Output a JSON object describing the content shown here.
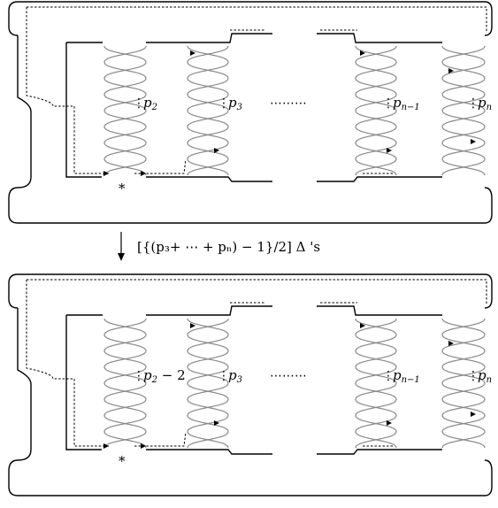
{
  "panels": [
    {
      "id": "top",
      "labels": {
        "b1": "p",
        "b1_sub": "2",
        "b1_extra": "",
        "b2": "p",
        "b2_sub": "3",
        "b3": "p",
        "b3_sub": "n−1",
        "b4": "p",
        "b4_sub": "n"
      },
      "star": "*",
      "ellipsis": "⋯⋯⋯"
    },
    {
      "id": "bottom",
      "labels": {
        "b1": "p",
        "b1_sub": "2",
        "b1_extra": " − 2",
        "b2": "p",
        "b2_sub": "3",
        "b3": "p",
        "b3_sub": "n−1",
        "b4": "p",
        "b4_sub": "n"
      },
      "star": "*",
      "ellipsis": "⋯⋯⋯"
    }
  ],
  "arrow": {
    "label": "[{(p₃+ ⋯ + pₙ) − 1}/2] Δ 's"
  }
}
